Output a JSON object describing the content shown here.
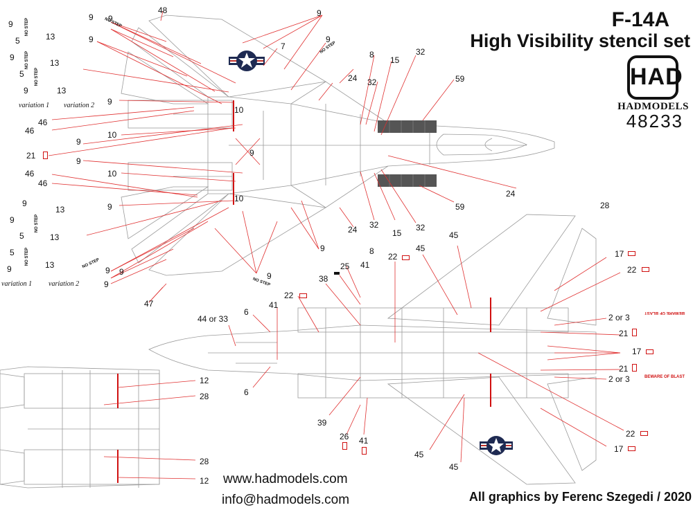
{
  "title": "F-14A",
  "subtitle": "High Visibility stencil set",
  "brand": {
    "logo_text": "HAD",
    "name": "HADMODELS",
    "code": "48233"
  },
  "footer": {
    "website": "www.hadmodels.com",
    "email": "info@hadmodels.com",
    "credit": "All graphics by Ferenc Szegedi / 2020"
  },
  "variations": {
    "v1": "variation 1",
    "v2": "variation 2"
  },
  "stencils": {
    "no_step": "NO STEP",
    "beware_of_blast": "BEWARE OF BLAST"
  },
  "callouts": [
    "9",
    "7",
    "8",
    "15",
    "32",
    "59",
    "24",
    "10",
    "46",
    "21",
    "13",
    "5",
    "48",
    "47",
    "25",
    "41",
    "22",
    "38",
    "45",
    "17",
    "2 or 3",
    "6",
    "44 or 33",
    "39",
    "26",
    "12",
    "28"
  ],
  "colors": {
    "leader_line": "#e03030",
    "stripe": "#d01010",
    "outline": "#8a8a8a",
    "roundel_blue": "#1e2a52"
  }
}
